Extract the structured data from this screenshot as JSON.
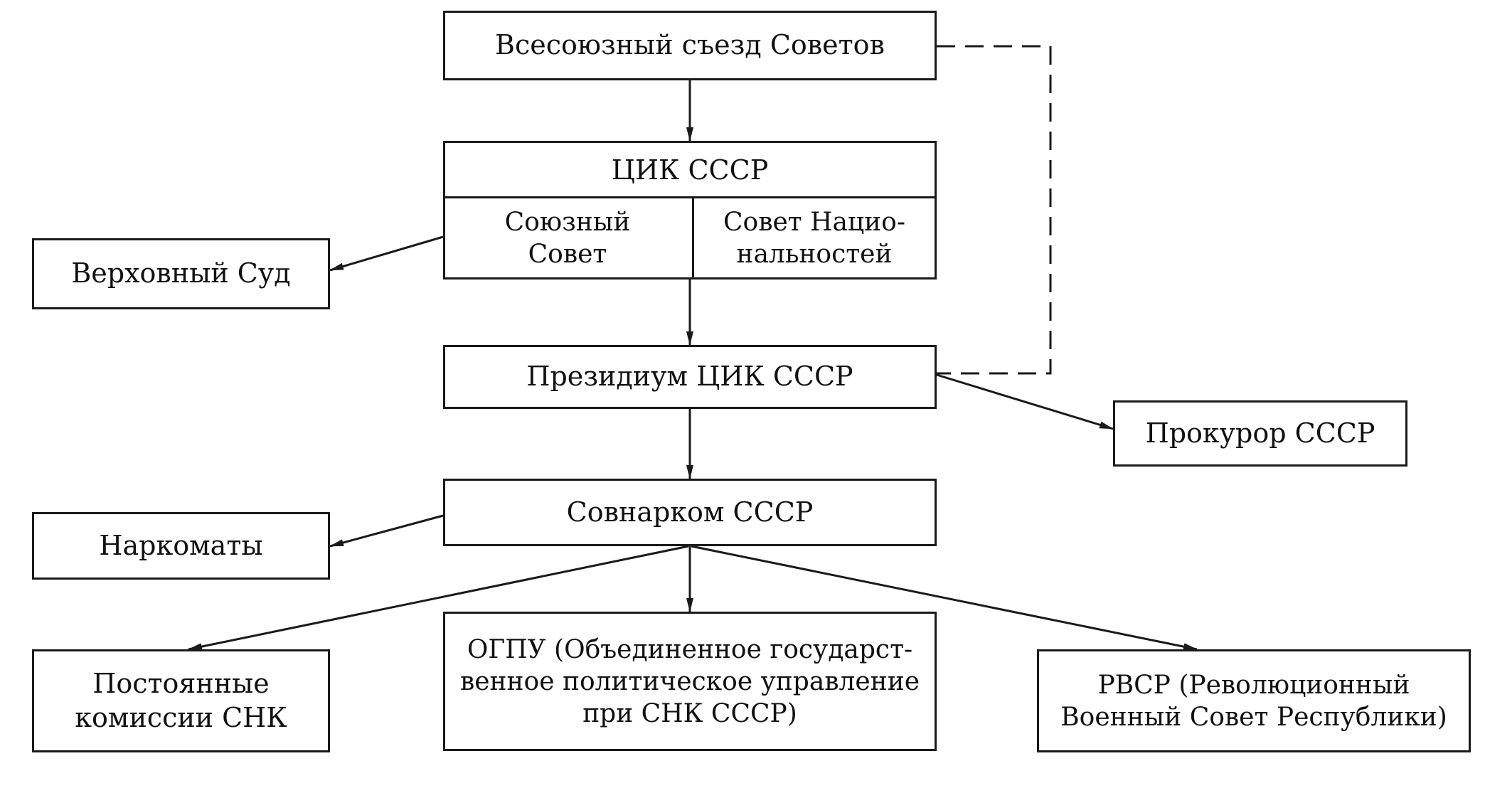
{
  "nodes": {
    "congress": "Всесоюзный съезд Советов",
    "cik": {
      "title": "ЦИК СССР",
      "union_council": "Союзный\nСовет",
      "nationalities_council": "Совет Нацио-\nнальностей"
    },
    "supreme_court": "Верховный Суд",
    "presidium": "Президиум ЦИК СССР",
    "prosecutor": "Прокурор СССР",
    "sovnarkom": "Совнарком СССР",
    "narkomats": "Наркоматы",
    "commissions": "Постоянные\nкомиссии СНК",
    "ogpu": "ОГПУ (Объединенное государст-\nвенное политическое управление\nпри СНК СССР)",
    "rvsr": "РВСР (Революционный\nВоенный Совет Республики)"
  },
  "colors": {
    "line": "#1a1a1a",
    "background": "#ffffff"
  }
}
